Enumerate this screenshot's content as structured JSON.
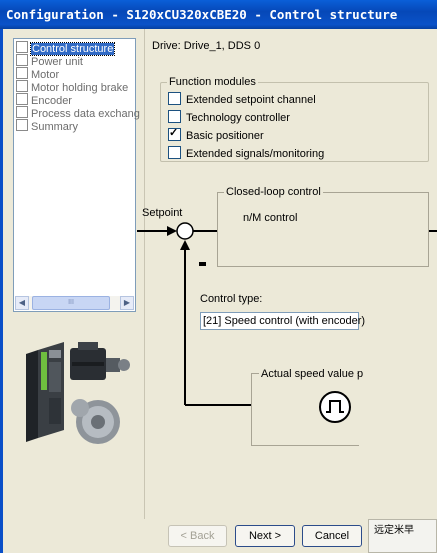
{
  "window": {
    "title": "Configuration - S120xCU320xCBE20 - Control structure"
  },
  "sidebar": {
    "items": [
      {
        "label": "Control structure",
        "selected": true
      },
      {
        "label": "Power unit",
        "selected": false
      },
      {
        "label": "Motor",
        "selected": false
      },
      {
        "label": "Motor holding brake",
        "selected": false
      },
      {
        "label": "Encoder",
        "selected": false
      },
      {
        "label": "Process data exchang",
        "selected": false
      },
      {
        "label": "Summary",
        "selected": false
      }
    ],
    "scroll_thumb": "III"
  },
  "drive": {
    "label": "Drive: Drive_1, DDS 0"
  },
  "function_modules": {
    "title": "Function modules",
    "items": [
      {
        "label": "Extended setpoint channel",
        "checked": false
      },
      {
        "label": "Technology controller",
        "checked": false
      },
      {
        "label": "Basic positioner",
        "checked": true
      },
      {
        "label": "Extended signals/monitoring",
        "checked": false
      }
    ]
  },
  "diagram": {
    "setpoint_label": "Setpoint",
    "closed_loop_title": "Closed-loop control",
    "control_mode": "n/M control",
    "control_type_label": "Control type:",
    "control_type_value": "[21] Speed control (with encoder)",
    "actual_speed_label": "Actual speed value p",
    "encoder_icon": "pulse-encoder-icon"
  },
  "buttons": {
    "back": "< Back",
    "next": "Next >",
    "cancel": "Cancel"
  },
  "ime": {
    "text": "远定米早"
  },
  "colors": {
    "titlebar": "#0a52c8",
    "window_bg": "#ece9d8",
    "selection": "#316ac5"
  }
}
